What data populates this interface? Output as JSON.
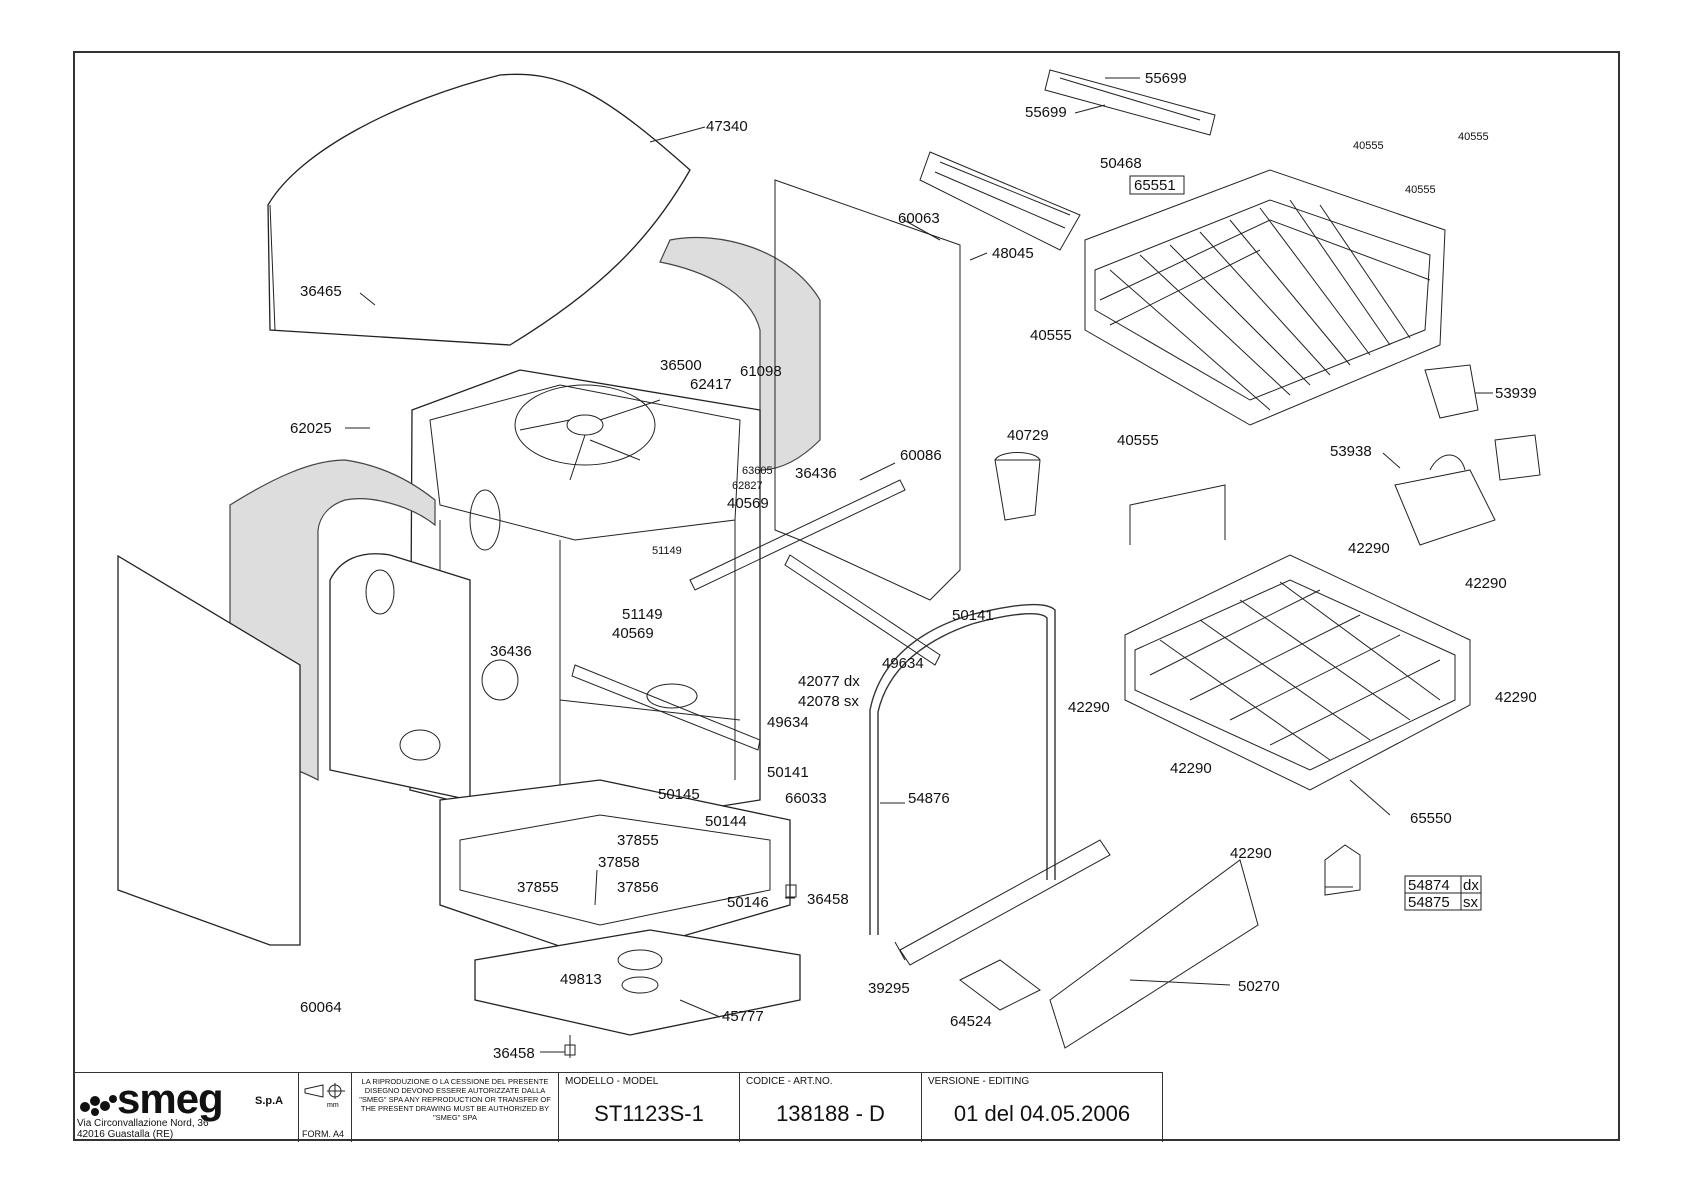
{
  "part_labels": {
    "p47340": "47340",
    "p55699a": "55699",
    "p55699b": "55699",
    "p40555a": "40555",
    "p40555b": "40555",
    "p40555c": "40555",
    "p40555d": "40555",
    "p40555e": "40555",
    "p50468": "50468",
    "p65551": "65551",
    "p60063": "60063",
    "p48045": "48045",
    "p36465": "36465",
    "p36500": "36500",
    "p62417": "62417",
    "p61098": "61098",
    "p62025": "62025",
    "p63605": "63605",
    "p62827": "62827",
    "p36436a": "36436",
    "p40569a": "40569",
    "p60086": "60086",
    "p40729": "40729",
    "p53939": "53939",
    "p53938": "53938",
    "p51149a": "51149",
    "p51149b": "51149",
    "p40569b": "40569",
    "p36436b": "36436",
    "p50141a": "50141",
    "p49634a": "49634",
    "p42077": "42077 dx",
    "p42078": "42078 sx",
    "p49634b": "49634",
    "p50141b": "50141",
    "p42290a": "42290",
    "p42290b": "42290",
    "p42290c": "42290",
    "p42290d": "42290",
    "p42290e": "42290",
    "p42290f": "42290",
    "p50145": "50145",
    "p66033": "66033",
    "p54876": "54876",
    "p65550": "65550",
    "p50144": "50144",
    "p37855a": "37855",
    "p37858": "37858",
    "p37855b": "37855",
    "p37856": "37856",
    "p50146": "50146",
    "p36458a": "36458",
    "p54874": "54874",
    "p54874s": "dx",
    "p54875": "54875",
    "p54875s": "sx",
    "p39295": "39295",
    "p50270": "50270",
    "p49813": "49813",
    "p45777": "45777",
    "p64524": "64524",
    "p60064": "60064",
    "p36458b": "36458"
  },
  "title_block": {
    "company": "smeg",
    "company_suffix": "S.p.A",
    "address_line1": "Via Circonvallazione Nord, 36",
    "address_line2": "42016  Guastalla (RE)",
    "unit": "mm",
    "form": "FORM. A4",
    "notice": "LA RIPRODUZIONE O LA CESSIONE DEL PRESENTE DISEGNO DEVONO ESSERE AUTORIZZATE DALLA \"SMEG\" SPA ANY REPRODUCTION OR TRANSFER OF THE PRESENT DRAWING MUST BE AUTHORIZED BY \"SMEG\" SPA",
    "model_header": "MODELLO - MODEL",
    "model_value": "ST1123S-1",
    "code_header": "CODICE - ART.NO.",
    "code_value": "138188 - D",
    "version_header": "VERSIONE - EDITING",
    "version_value": "01 del 04.05.2006"
  },
  "colors": {
    "line": "#222222",
    "insulation_fill": "#dddddd",
    "frame": "#333333"
  }
}
